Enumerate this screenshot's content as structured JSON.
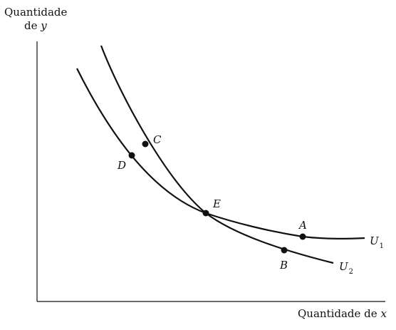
{
  "axes": {
    "y_label_line1": "Quantidade",
    "y_label_line2_prefix": "de ",
    "y_label_line2_var": "y",
    "x_label_prefix": "Quantidade de ",
    "x_label_var": "x"
  },
  "curves": [
    {
      "id": "u1",
      "label_main": "U",
      "label_sub": "1"
    },
    {
      "id": "u2",
      "label_main": "U",
      "label_sub": "2"
    }
  ],
  "points": [
    {
      "id": "A",
      "label": "A"
    },
    {
      "id": "B",
      "label": "B"
    },
    {
      "id": "C",
      "label": "C"
    },
    {
      "id": "D",
      "label": "D"
    },
    {
      "id": "E",
      "label": "E"
    }
  ]
}
